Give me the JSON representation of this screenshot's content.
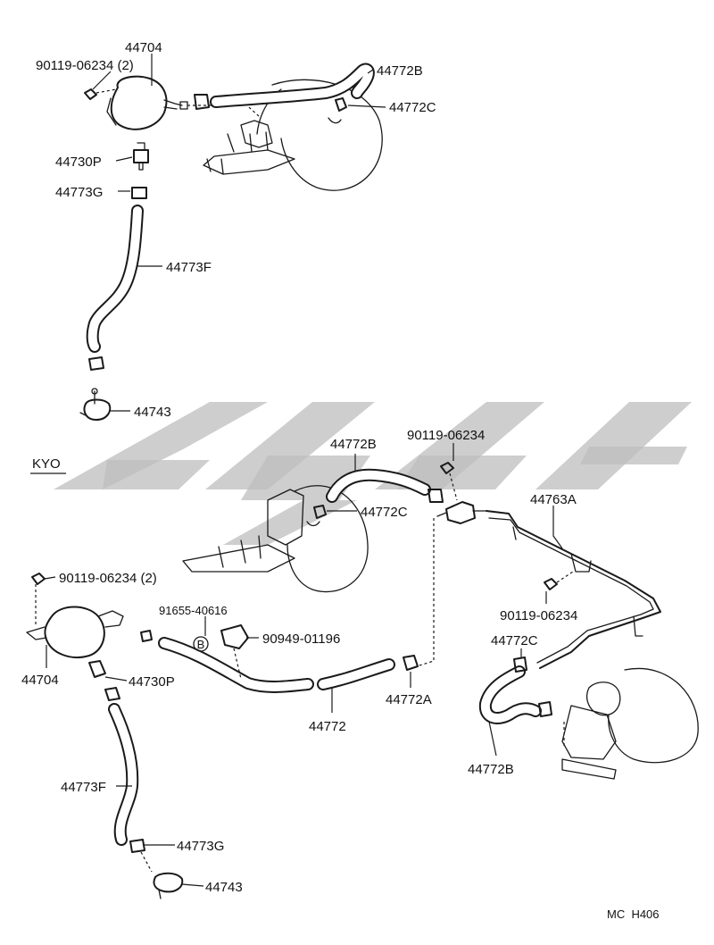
{
  "diagram": {
    "section_label": "KYO",
    "footer_code": "MC  H406",
    "circled_marker": "B",
    "upper_labels": {
      "valve_top": "44704",
      "bolt_top": "90119-06234 (2)",
      "hose_top_b": "44772B",
      "clamp_top_c": "44772C",
      "check_valve_top": "44730P",
      "clip_top_g": "44773G",
      "hose_top_f": "44773F",
      "union_top": "44743"
    },
    "lower_labels": {
      "hose_mid_b": "44772B",
      "bolt_mid": "90119-06234",
      "clamp_mid_c": "44772C",
      "pipe": "44763A",
      "bolt_left": "90119-06234 (2)",
      "bolt_right": "90119-06234",
      "bolt_clip": "91655-40616",
      "bracket": "90949-01196",
      "clamp_right_c": "44772C",
      "valve_lower": "44704",
      "check_valve_lower": "44730P",
      "hose": "44772",
      "clamp_a": "44772A",
      "hose_lower_f": "44773F",
      "hose_right_b": "44772B",
      "clip_lower_g": "44773G",
      "union_lower": "44743"
    }
  }
}
